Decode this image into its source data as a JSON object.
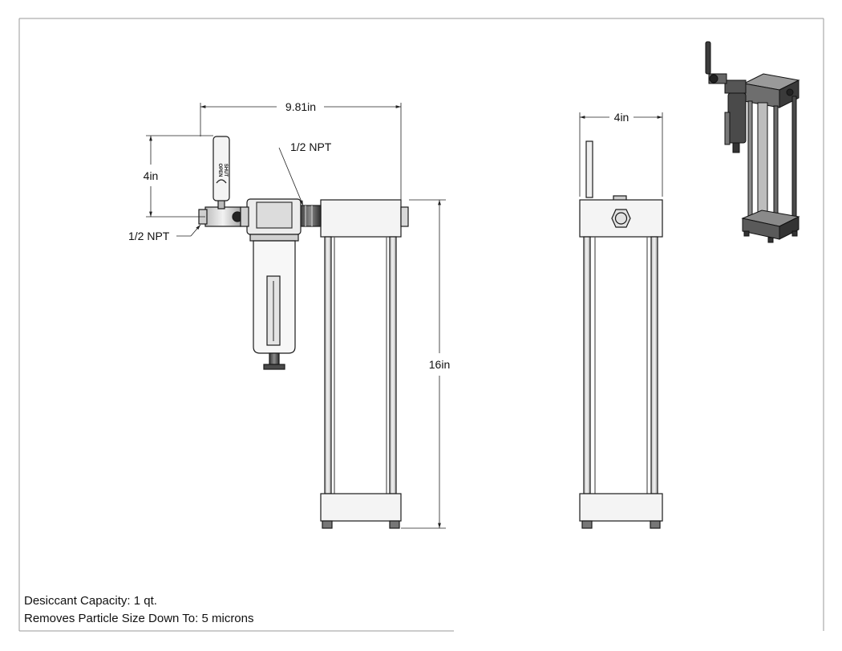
{
  "dimensions": {
    "overall_width": "9.81in",
    "handle_height": "4in",
    "overall_height": "16in",
    "side_width": "4in",
    "outlet_port": "1/2 NPT",
    "inlet_port": "1/2 NPT"
  },
  "valve_handle": {
    "open_label": "OPEN",
    "shut_label": "SHUT"
  },
  "notes": {
    "desiccant_capacity": "Desiccant Capacity: 1 qt.",
    "particle_size": "Removes Particle Size Down To: 5 microns"
  }
}
